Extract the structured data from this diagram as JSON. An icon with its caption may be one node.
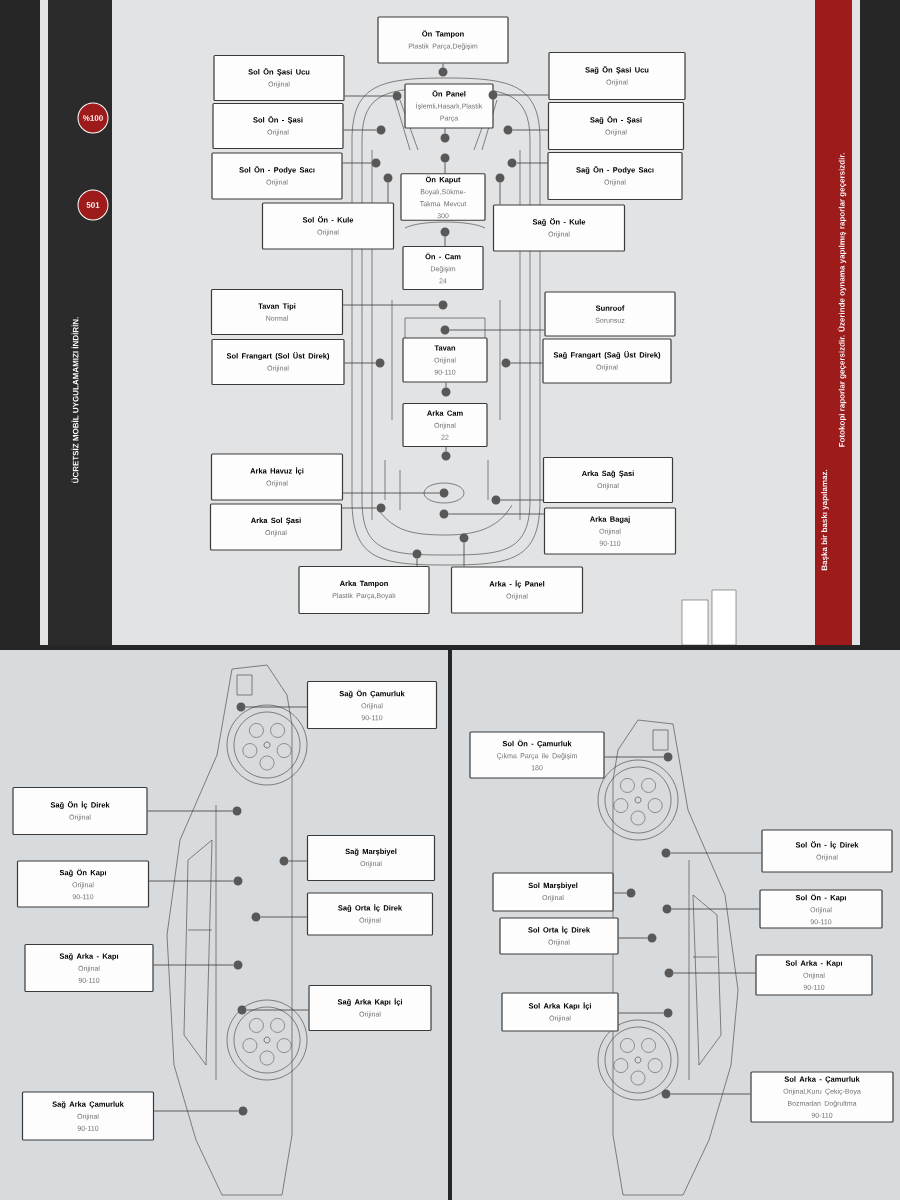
{
  "diagram": {
    "nodes": [
      {
        "text": [
          "Ön Tampon",
          "Plastik Parça,Değişim"
        ]
      },
      {
        "text": [
          "Sol Ön Şasi Ucu",
          "Orijinal"
        ]
      },
      {
        "text": [
          "Ön Panel",
          "İşlemli,Hasarlı,Plastik Parça"
        ]
      },
      {
        "text": [
          "Sağ Ön Şasi Ucu",
          "Orijinal"
        ]
      },
      {
        "text": [
          "Sol Ön - Şasi",
          "Orijinal"
        ]
      },
      {
        "text": [
          "Sağ Ön - Şasi",
          "Orijinal"
        ]
      },
      {
        "text": [
          "Sol Ön - Podye Sacı",
          "Orijinal"
        ]
      },
      {
        "text": [
          "Sağ Ön - Podye Sacı",
          "Orijinal"
        ]
      },
      {
        "text": [
          "Ön Kaput",
          "Boyalı,Sökme-Takma Mevcut",
          "300"
        ]
      },
      {
        "text": [
          "Sol Ön - Kule",
          "Orijinal"
        ]
      },
      {
        "text": [
          "Sağ Ön - Kule",
          "Orijinal"
        ]
      },
      {
        "text": [
          "Ön - Cam",
          "Değişim",
          "24"
        ]
      },
      {
        "text": [
          "Tavan Tipi",
          "Normal"
        ]
      },
      {
        "text": [
          "Sunroof",
          "Sorunsuz"
        ]
      },
      {
        "text": [
          "Sol Frangart (Sol Üst Direk)",
          "Orijinal"
        ]
      },
      {
        "text": [
          "Tavan",
          "Orijinal",
          "90-110"
        ]
      },
      {
        "text": [
          "Sağ Frangart (Sağ Üst Direk)",
          "Orijinal"
        ]
      },
      {
        "text": [
          "Arka Cam",
          "Orijinal",
          "22"
        ]
      },
      {
        "text": [
          "Arka Havuz İçi",
          "Orijinal"
        ]
      },
      {
        "text": [
          "Arka Sol Şasi",
          "Orijinal"
        ]
      },
      {
        "text": [
          "Arka Sağ Şasi",
          "Orijinal"
        ]
      },
      {
        "text": [
          "Arka Bagaj",
          "Orijinal",
          "90-110"
        ]
      },
      {
        "text": [
          "Arka Tampon",
          "Plastik Parça,Boyalı"
        ]
      },
      {
        "text": [
          "Arka - İç Panel",
          "Orijinal"
        ]
      },
      {
        "text": [
          "Sağ Ön Çamurluk",
          "Orijinal",
          "90-110"
        ]
      },
      {
        "text": [
          "Sağ Ön İç Direk",
          "Orijinal"
        ]
      },
      {
        "text": [
          "Sağ Marşbiyel",
          "Orijinal"
        ]
      },
      {
        "text": [
          "Sağ Ön Kapı",
          "Orijinal",
          "90-110"
        ]
      },
      {
        "text": [
          "Sağ Orta İç Direk",
          "Orijinal"
        ]
      },
      {
        "text": [
          "Sağ Arka - Kapı",
          "Orijinal",
          "90-110"
        ]
      },
      {
        "text": [
          "Sağ Arka Kapı İçi",
          "Orijinal"
        ]
      },
      {
        "text": [
          "Sağ Arka Çamurluk",
          "Orijinal",
          "90-110"
        ]
      },
      {
        "text": [
          "Sol Ön - Çamurluk",
          "Çıkma Parça ile Değişim",
          "180"
        ]
      },
      {
        "text": [
          "Sol Ön - İç Direk",
          "Orijinal"
        ]
      },
      {
        "text": [
          "Sol Marşbiyel",
          "Orijinal"
        ]
      },
      {
        "text": [
          "Sol Ön - Kapı",
          "Orijinal",
          "90-110"
        ]
      },
      {
        "text": [
          "Sol Orta İç Direk",
          "Orijinal"
        ]
      },
      {
        "text": [
          "Sol Arka - Kapı",
          "Orijinal",
          "90-110"
        ]
      },
      {
        "text": [
          "Sol Arka Kapı İçi",
          "Orijinal"
        ]
      },
      {
        "text": [
          "Sol Arka - Çamurluk",
          "Orijinal,Kuru Çekiç-Boya Bozmadan Doğrultma",
          "90-110"
        ]
      },
      {
        "text": [],
        "shape": "circle"
      },
      {
        "text": [],
        "shape": "circle"
      },
      {
        "text": [],
        "shape": "circle"
      },
      {
        "text": [],
        "shape": "circle"
      },
      {
        "text": [],
        "shape": "circle"
      },
      {
        "text": [],
        "shape": "circle"
      },
      {
        "text": [],
        "shape": "circle"
      },
      {
        "text": [],
        "shape": "circle"
      },
      {
        "text": [],
        "shape": "circle"
      },
      {
        "text": [],
        "shape": "circle"
      },
      {
        "text": [],
        "shape": "circle"
      },
      {
        "text": [],
        "shape": "circle"
      },
      {
        "text": [],
        "shape": "circle"
      },
      {
        "text": [],
        "shape": "circle"
      },
      {
        "text": [],
        "shape": "circle"
      },
      {
        "text": [],
        "shape": "circle"
      },
      {
        "text": [],
        "shape": "circle"
      },
      {
        "text": [],
        "shape": "circle"
      },
      {
        "text": [],
        "shape": "circle"
      },
      {
        "text": [],
        "shape": "circle"
      },
      {
        "text": [],
        "shape": "circle"
      },
      {
        "text": [],
        "shape": "circle"
      },
      {
        "text": [],
        "shape": "circle"
      },
      {
        "text": [],
        "shape": "circle"
      },
      {
        "text": [],
        "shape": "circle"
      },
      {
        "text": [],
        "shape": "circle"
      },
      {
        "text": [],
        "shape": "circle"
      },
      {
        "text": [],
        "shape": "circle"
      },
      {
        "text": [],
        "shape": "circle"
      },
      {
        "text": [],
        "shape": "circle"
      },
      {
        "text": [],
        "shape": "circle"
      },
      {
        "text": [],
        "shape": "circle"
      },
      {
        "text": [],
        "shape": "circle"
      },
      {
        "text": [],
        "shape": "circle"
      },
      {
        "text": [],
        "shape": "circle"
      },
      {
        "text": [],
        "shape": "circle"
      },
      {
        "text": [],
        "shape": "circle"
      },
      {
        "text": [],
        "shape": "circle"
      },
      {
        "text": [],
        "shape": "circle"
      },
      {
        "text": [],
        "shape": "circle"
      }
    ],
    "edges": [
      {
        "from": 0,
        "to": 40,
        "arrow": "none"
      },
      {
        "from": 1,
        "to": 41,
        "arrow": "none"
      },
      {
        "from": 2,
        "to": 42,
        "arrow": "none"
      },
      {
        "from": 3,
        "to": 43,
        "arrow": "none"
      },
      {
        "from": 4,
        "to": 44,
        "arrow": "none"
      },
      {
        "from": 5,
        "to": 45,
        "arrow": "none"
      },
      {
        "from": 6,
        "to": 46,
        "arrow": "none"
      },
      {
        "from": 7,
        "to": 47,
        "arrow": "none"
      },
      {
        "from": 8,
        "to": 48,
        "arrow": "none"
      },
      {
        "from": 9,
        "to": 49,
        "arrow": "none"
      },
      {
        "from": 10,
        "to": 50,
        "arrow": "none"
      },
      {
        "from": 11,
        "to": 51,
        "arrow": "none"
      },
      {
        "from": 12,
        "to": 52,
        "arrow": "none"
      },
      {
        "from": 13,
        "to": 53,
        "arrow": "none"
      },
      {
        "from": 14,
        "to": 54,
        "arrow": "none"
      },
      {
        "from": 15,
        "to": 55,
        "arrow": "none"
      },
      {
        "from": 16,
        "to": 56,
        "arrow": "none"
      },
      {
        "from": 17,
        "to": 57,
        "arrow": "none"
      },
      {
        "from": 18,
        "to": 58,
        "arrow": "none"
      },
      {
        "from": 19,
        "to": 59,
        "arrow": "none"
      },
      {
        "from": 20,
        "to": 60,
        "arrow": "none"
      },
      {
        "from": 21,
        "to": 61,
        "arrow": "none"
      },
      {
        "from": 22,
        "to": 62,
        "arrow": "none"
      },
      {
        "from": 23,
        "to": 63,
        "arrow": "none"
      },
      {
        "from": 24,
        "to": 64,
        "arrow": "none"
      },
      {
        "from": 25,
        "to": 65,
        "arrow": "none"
      },
      {
        "from": 26,
        "to": 66,
        "arrow": "none"
      },
      {
        "from": 27,
        "to": 67,
        "arrow": "none"
      },
      {
        "from": 28,
        "to": 68,
        "arrow": "none"
      },
      {
        "from": 29,
        "to": 69,
        "arrow": "none"
      },
      {
        "from": 30,
        "to": 70,
        "arrow": "none"
      },
      {
        "from": 31,
        "to": 71,
        "arrow": "none"
      },
      {
        "from": 32,
        "to": 72,
        "arrow": "none"
      },
      {
        "from": 33,
        "to": 73,
        "arrow": "none"
      },
      {
        "from": 34,
        "to": 74,
        "arrow": "none"
      },
      {
        "from": 35,
        "to": 75,
        "arrow": "none"
      },
      {
        "from": 36,
        "to": 76,
        "arrow": "none"
      },
      {
        "from": 37,
        "to": 77,
        "arrow": "none"
      },
      {
        "from": 38,
        "to": 78,
        "arrow": "none"
      },
      {
        "from": 39,
        "to": 79,
        "arrow": "none"
      }
    ],
    "labels": [
      "%100",
      "501",
      "ÜCRETSİZ MOBİL UYGULAMAMIZI İNDİRİN.",
      "Başka bir baskı yapılamaz.",
      "Fotokopi raporlar geçersizdir. Üzerinde oynama yapılmış raporlar geçersizdir."
    ]
  }
}
